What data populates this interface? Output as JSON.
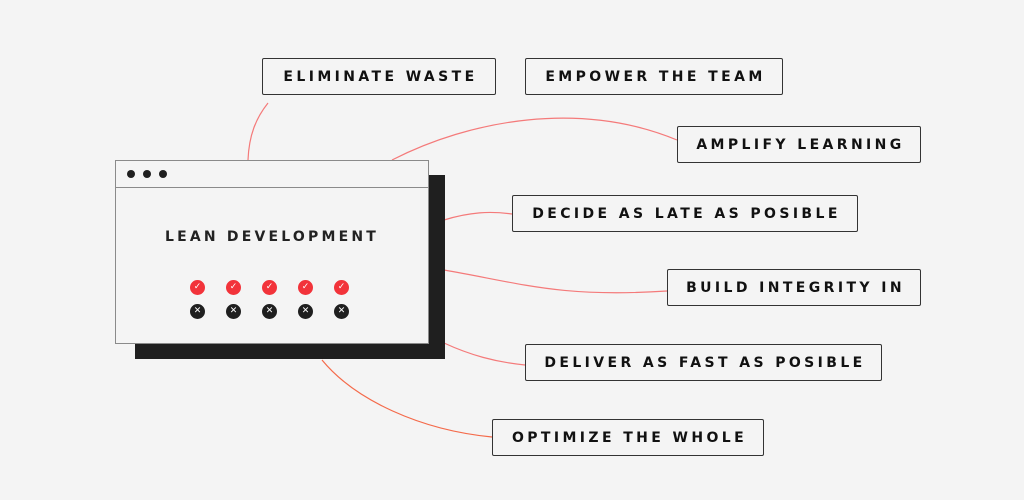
{
  "title": "LEAN DEVELOPMENT",
  "principles": [
    "ELIMINATE WASTE",
    "EMPOWER THE TEAM",
    "AMPLIFY LEARNING",
    "DECIDE AS LATE AS POSIBLE",
    "BUILD INTEGRITY IN",
    "DELIVER AS FAST AS POSIBLE",
    "OPTIMIZE THE WHOLE"
  ],
  "icons": {
    "check": "check-icon",
    "cross": "cross-icon"
  },
  "colors": {
    "accent": "#f2333a",
    "link": "#f47a7a",
    "dark": "#1f1f1f",
    "background": "#f4f4f4"
  }
}
